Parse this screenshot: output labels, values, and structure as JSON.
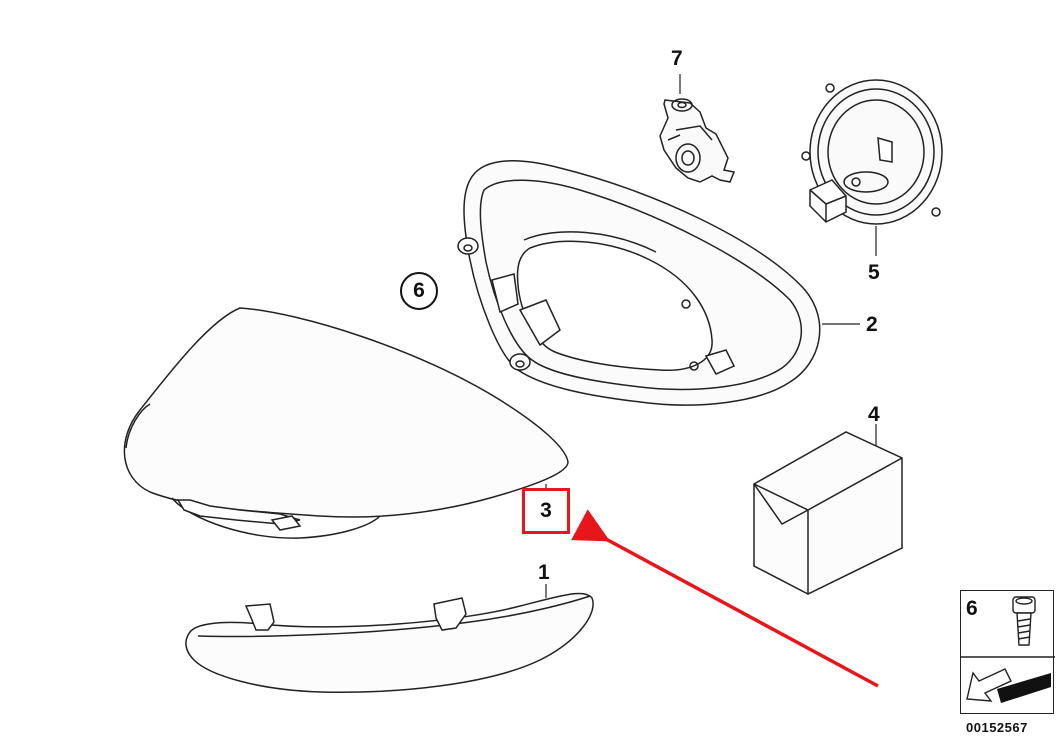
{
  "callouts": {
    "part_1": "1",
    "part_2": "2",
    "part_3": "3",
    "part_4": "4",
    "part_5": "5",
    "part_6": "6",
    "part_7": "7"
  },
  "inset": {
    "label": "6"
  },
  "diagram_number": "00152567",
  "colors": {
    "line": "#222222",
    "highlight": "#e8161b",
    "arrow": "#e8161b"
  },
  "icons": [
    "bolt-icon",
    "arrow-to-surface-icon"
  ]
}
